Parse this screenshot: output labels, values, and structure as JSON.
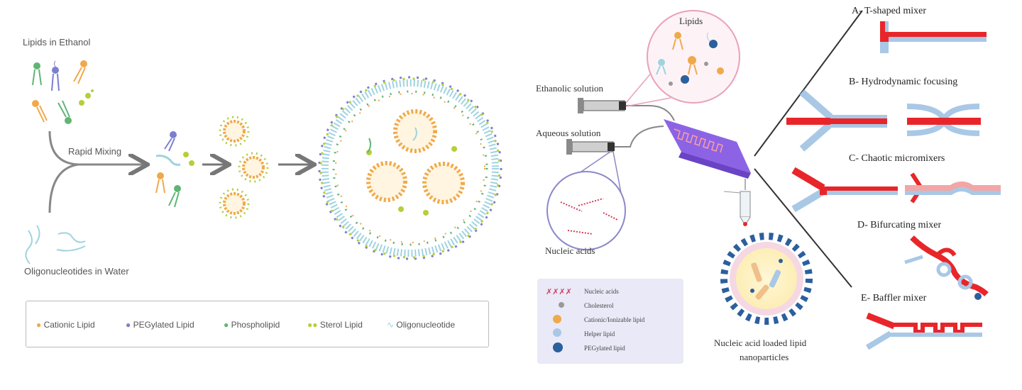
{
  "left": {
    "lipids_label": "Lipids in Ethanol",
    "mixing_label": "Rapid Mixing",
    "oligo_label": "Oligonucleotides in Water",
    "legend": [
      {
        "label": "Cationic Lipid",
        "color": "#f0a94a"
      },
      {
        "label": "PEGylated Lipid",
        "color": "#7b7fd0"
      },
      {
        "label": "Phospholipid",
        "color": "#5fb574"
      },
      {
        "label": "Sterol Lipid",
        "color": "#b5cf3a"
      },
      {
        "label": "Oligonucleotide",
        "color": "#9fd3e0"
      }
    ]
  },
  "right": {
    "lipids_label": "Lipids",
    "ethanolic_label": "Ethanolic solution",
    "aqueous_label": "Aqueous solution",
    "nucleic_label": "Nucleic acids",
    "product_label_line1": "Nucleic acid loaded lipid",
    "product_label_line2": "nanoparticles",
    "legend": [
      {
        "label": "Nucleic acids",
        "icon": "nucleic-acid-icon"
      },
      {
        "label": "Cholesterol",
        "icon": "cholesterol-icon"
      },
      {
        "label": "Cationic/Ionizable lipid",
        "icon": "cationic-lipid-icon"
      },
      {
        "label": "Helper lipid",
        "icon": "helper-lipid-icon"
      },
      {
        "label": "PEGylated lipid",
        "icon": "pegylated-lipid-icon"
      }
    ],
    "mixers": [
      {
        "label": "A- T-shaped mixer"
      },
      {
        "label": "B- Hydrodynamic focusing"
      },
      {
        "label": "C- Chaotic micromixers"
      },
      {
        "label": "D- Bifurcating mixer"
      },
      {
        "label": "E- Baffler mixer"
      }
    ]
  },
  "colors": {
    "red": "#e8262a",
    "blue": "#a9c8e6",
    "chip": "#8d63e6",
    "pink_ring": "#f2b8c6",
    "dark_blue": "#2b5f9e"
  }
}
